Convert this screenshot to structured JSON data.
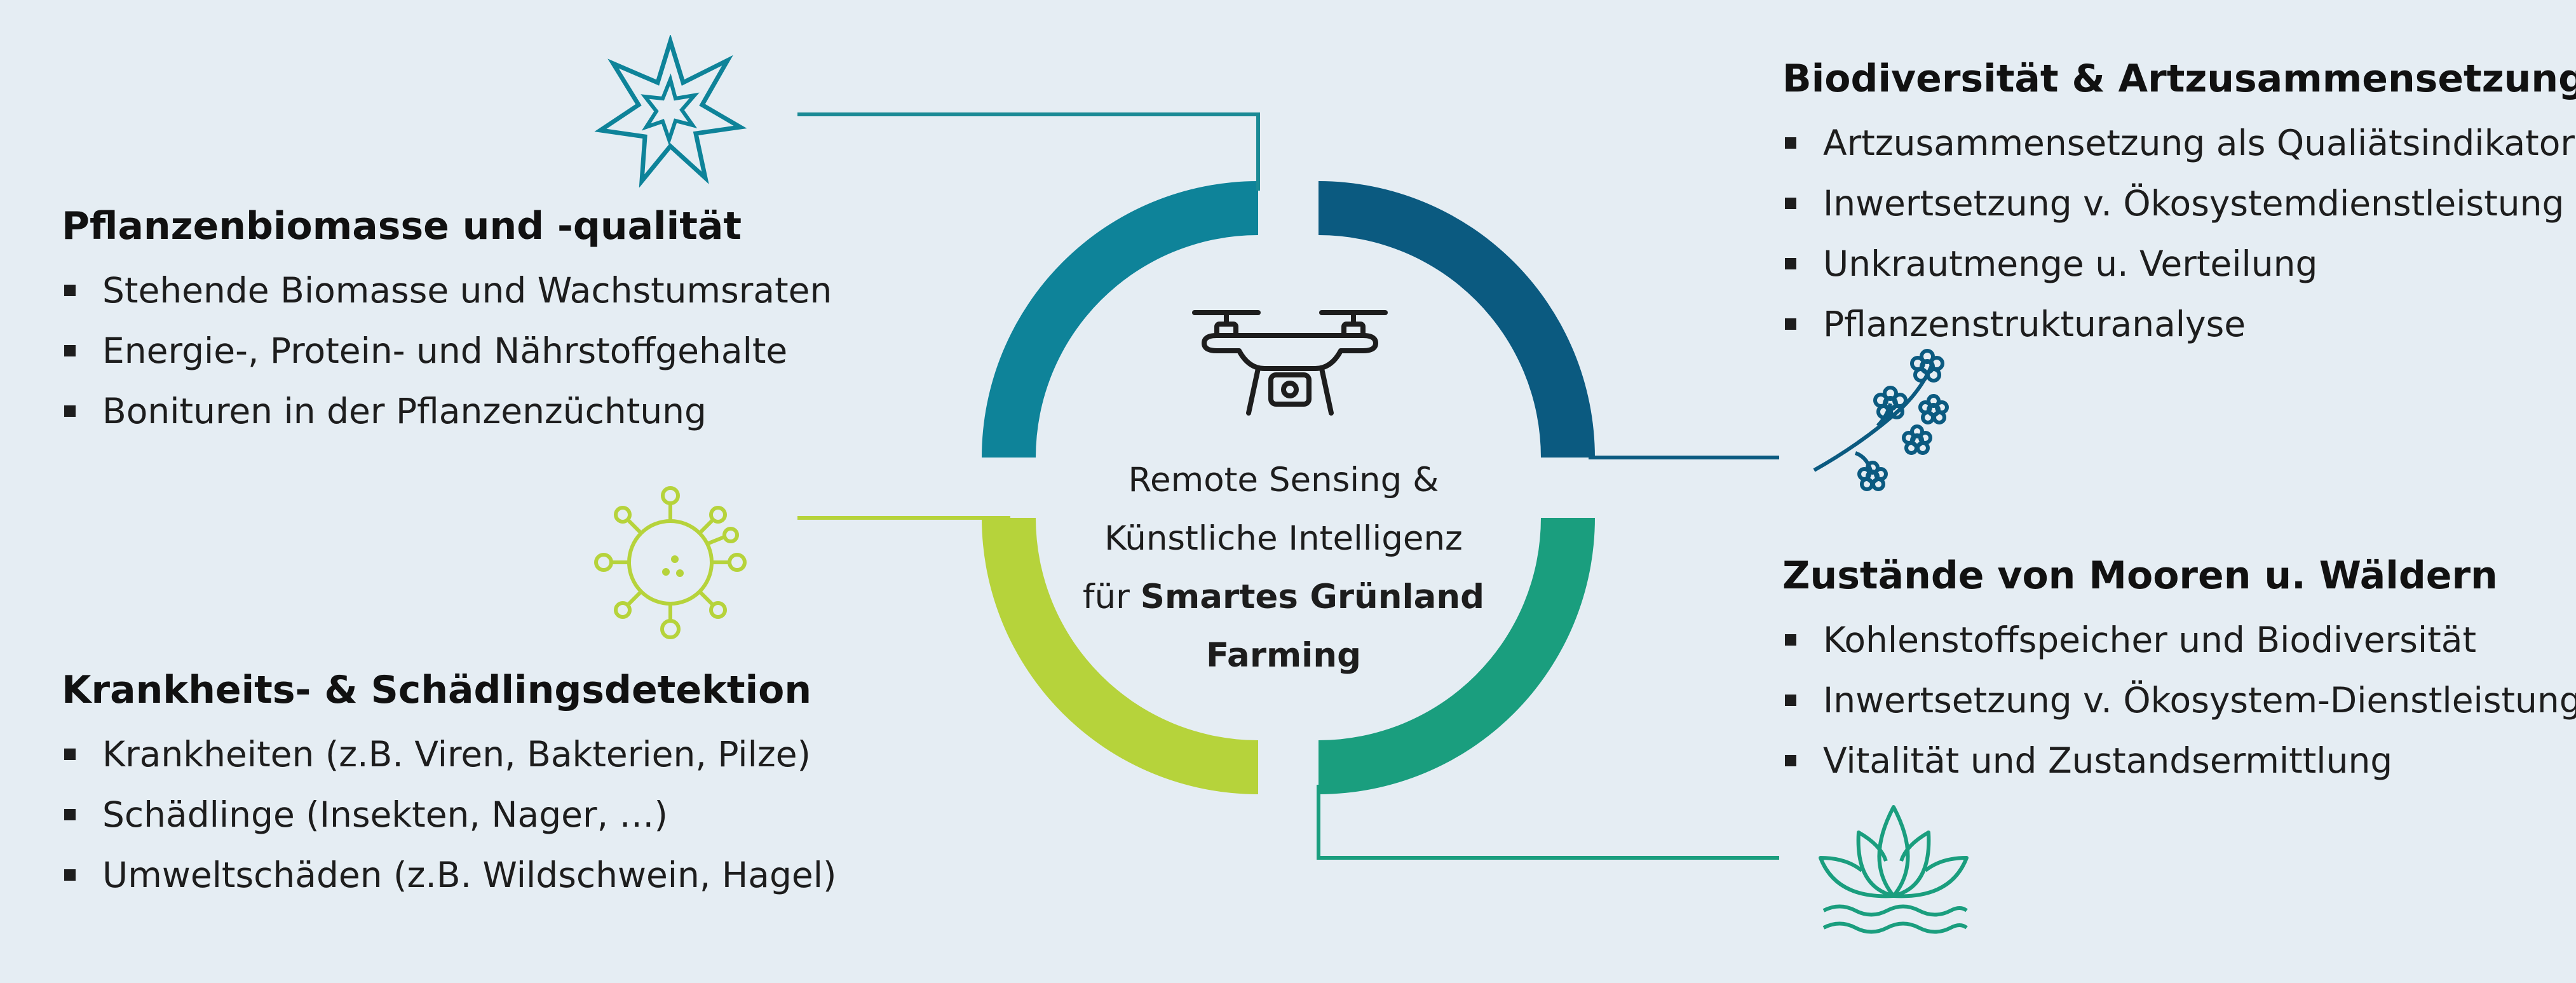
{
  "colors": {
    "background": "#e5edf3",
    "teal": "#0e8399",
    "dark_blue": "#0b5a80",
    "lime": "#b6d33b",
    "green": "#1a9e7e",
    "connector": "#1a8a95"
  },
  "center": {
    "line1": "Remote Sensing &",
    "line2": "Künstliche Intelligenz",
    "line3_prefix": "für ",
    "line3_bold": "Smartes Grünland",
    "line4_bold": "Farming",
    "icon": "drone-icon"
  },
  "sections": {
    "top_left": {
      "title": "Pflanzenbiomasse und -qualität",
      "items": [
        "Stehende Biomasse und Wachstumsraten",
        "Energie-, Protein- und Nährstoffgehalte",
        "Bonituren in der Pflanzenzüchtung"
      ],
      "icon": "starburst-icon"
    },
    "bottom_left": {
      "title": "Krankheits- & Schädlingsdetektion",
      "items": [
        "Krankheiten (z.B. Viren, Bakterien, Pilze)",
        "Schädlinge (Insekten, Nager, …)",
        "Umweltschäden (z.B. Wildschwein, Hagel)"
      ],
      "icon": "virus-icon"
    },
    "top_right": {
      "title": "Biodiversität & Artzusammensetzung",
      "items": [
        "Artzusammensetzung als Qualiätsindikator",
        "Inwertsetzung v. Ökosystemdienstleistung",
        "Unkrautmenge u. Verteilung",
        "Pflanzenstrukturanalyse"
      ],
      "icon": "flower-branch-icon"
    },
    "bottom_right": {
      "title": "Zustände von Mooren u. Wäldern",
      "items": [
        "Kohlenstoffspeicher und Biodiversität",
        "Inwertsetzung v. Ökosystem-Dienstleistung",
        "Vitalität und Zustandsermittlung"
      ],
      "icon": "lotus-icon"
    }
  }
}
